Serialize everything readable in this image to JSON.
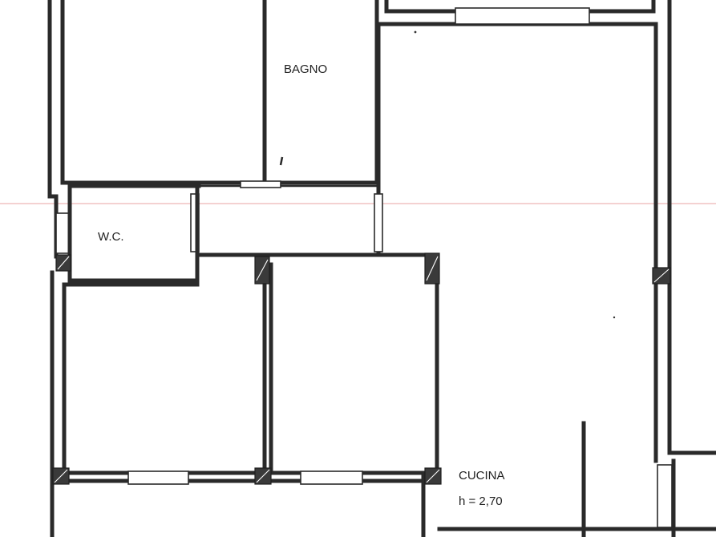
{
  "rooms": {
    "bathroom": "BAGNO",
    "wc": "W.C.",
    "kitchen": "CUCINA",
    "kitchen_height": "h = 2,70"
  },
  "colors": {
    "wall": "#2a2a2a",
    "background": "#ffffff",
    "guide_line": "#e9a3a3"
  }
}
